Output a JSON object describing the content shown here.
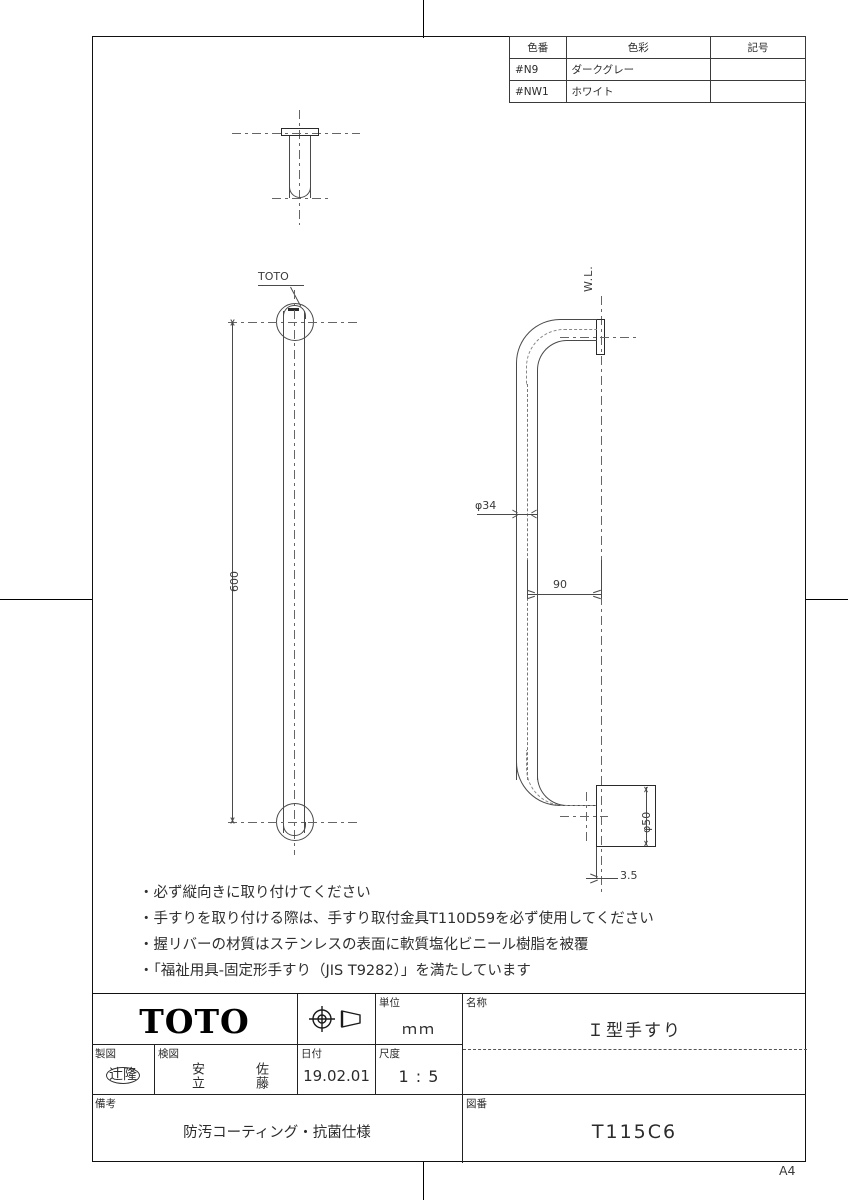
{
  "sheet": {
    "paper_size": "A4"
  },
  "color_table": {
    "headers": [
      "色番",
      "色彩",
      "記号"
    ],
    "rows": [
      {
        "code": "#N9",
        "name": "ダークグレー",
        "symbol": ""
      },
      {
        "code": "#NW1",
        "name": "ホワイト",
        "symbol": ""
      }
    ]
  },
  "views": {
    "front": {
      "labels": {
        "brand_callout": "TOTO",
        "length": "600"
      }
    },
    "side": {
      "labels": {
        "water_line": "W.L.",
        "bar_diameter": "φ34",
        "projection": "90",
        "flange_diameter": "φ50",
        "flange_thickness": "3.5"
      }
    }
  },
  "notes": [
    "・必ず縦向きに取り付けてください",
    "・手すりを取り付ける際は、手すり取付金具T110D59を必ず使用してください",
    "・握リバーの材質はステンレスの表面に軟質塩化ビニール樹脂を被覆",
    "・「福祉用具-固定形手すり（JIS T9282）」を満たしています"
  ],
  "title_block": {
    "company": "TOTO",
    "unit_label": "単位",
    "unit_value": "ｍｍ",
    "name_label": "名称",
    "name_value": "Ｉ型手すり",
    "drafter_label": "製図",
    "drafter_value": "辻隆",
    "checker_label": "検図",
    "checker_1": "安立",
    "checker_2": "佐藤",
    "date_label": "日付",
    "date_value": "19.02.01",
    "scale_label": "尺度",
    "scale_value": "1 : 5",
    "remarks_label": "備考",
    "remarks_value": "防汚コーティング・抗菌仕様",
    "drawing_no_label": "図番",
    "drawing_no_value": "T115C6"
  }
}
